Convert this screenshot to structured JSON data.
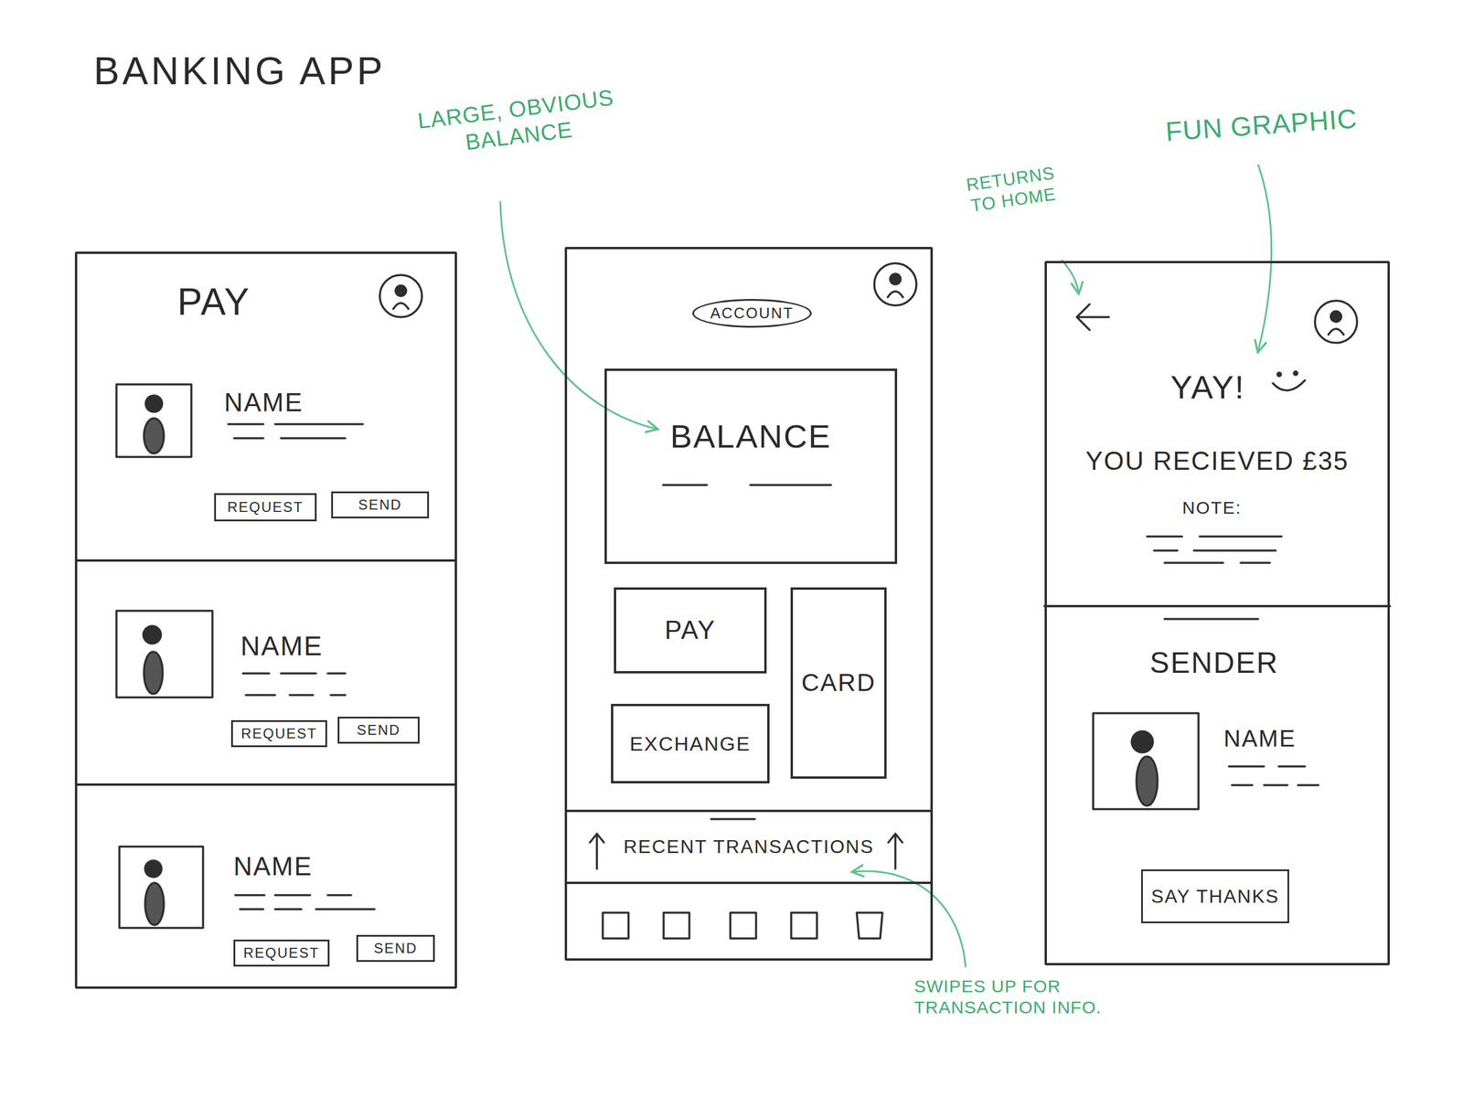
{
  "diagram": {
    "title": "BANKING APP",
    "nodes": [
      {
        "text": [
          "PAY"
        ]
      },
      {
        "text": [
          "NAME"
        ],
        "in": 0
      },
      {
        "text": [
          "REQUEST"
        ],
        "in": 1
      },
      {
        "text": [
          "SEND"
        ],
        "in": 1
      },
      {
        "text": [
          "NAME"
        ],
        "in": 0
      },
      {
        "text": [
          "REQUEST"
        ],
        "in": 4
      },
      {
        "text": [
          "SEND"
        ],
        "in": 4
      },
      {
        "text": [
          "NAME"
        ],
        "in": 0
      },
      {
        "text": [
          "REQUEST"
        ],
        "in": 7
      },
      {
        "text": [
          "SEND"
        ],
        "in": 7
      },
      {
        "text": []
      },
      {
        "text": [
          "ACCOUNT"
        ],
        "in": 10
      },
      {
        "text": [
          "BALANCE"
        ],
        "in": 10
      },
      {
        "text": [
          "PAY"
        ],
        "in": 10
      },
      {
        "text": [
          "CARD"
        ],
        "in": 10
      },
      {
        "text": [
          "EXCHANGE"
        ],
        "in": 10
      },
      {
        "text": [
          "RECENT TRANSACTIONS"
        ],
        "in": 10
      },
      {
        "text": [
          "YAY!",
          "YOU RECIEVED £35",
          "NOTE:",
          "SENDER",
          "NAME"
        ]
      },
      {
        "text": [
          "SAY THANKS"
        ],
        "in": 17
      }
    ],
    "labels": [
      "LARGE, OBVIOUS BALANCE",
      "FUN GRAPHIC",
      "RETURNS TO HOME",
      "SWIPES UP FOR TRANSACTION INFO."
    ]
  }
}
